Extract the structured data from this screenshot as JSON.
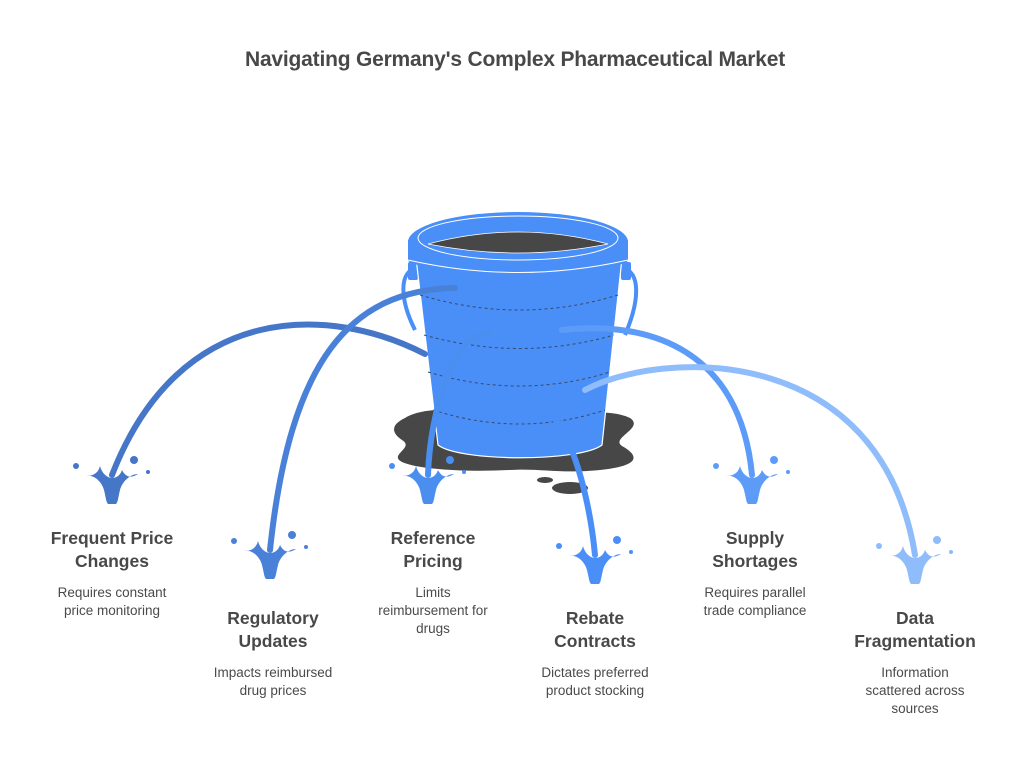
{
  "title": "Navigating Germany's Complex Pharmaceutical Market",
  "colors": {
    "bucket": "#4a8ff7",
    "liquid": "#474747",
    "text": "#484848",
    "stream_1": "#4576c8",
    "stream_2": "#4a81d8",
    "stream_3": "#4a8ff0",
    "stream_4": "#4a8ff7",
    "stream_5": "#5c9cf8",
    "stream_6": "#8fbcfb"
  },
  "items": [
    {
      "title_line1": "Frequent Price",
      "title_line2": "Changes",
      "desc_line1": "Requires constant",
      "desc_line2": "price monitoring",
      "desc_line3": ""
    },
    {
      "title_line1": "Regulatory",
      "title_line2": "Updates",
      "desc_line1": "Impacts reimbursed",
      "desc_line2": "drug prices",
      "desc_line3": ""
    },
    {
      "title_line1": "Reference",
      "title_line2": "Pricing",
      "desc_line1": "Limits",
      "desc_line2": "reimbursement for",
      "desc_line3": "drugs"
    },
    {
      "title_line1": "Rebate",
      "title_line2": "Contracts",
      "desc_line1": "Dictates preferred",
      "desc_line2": "product stocking",
      "desc_line3": ""
    },
    {
      "title_line1": "Supply",
      "title_line2": "Shortages",
      "desc_line1": "Requires parallel",
      "desc_line2": "trade compliance",
      "desc_line3": ""
    },
    {
      "title_line1": "Data",
      "title_line2": "Fragmentation",
      "desc_line1": "Information",
      "desc_line2": "scattered across",
      "desc_line3": "sources"
    }
  ]
}
